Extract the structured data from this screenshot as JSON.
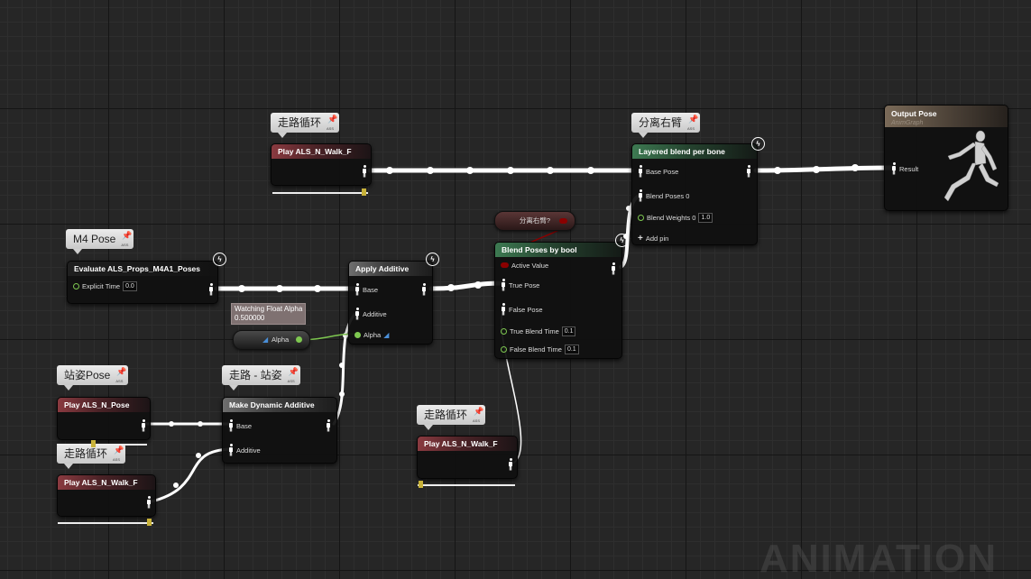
{
  "comments": {
    "walk_top": "走路循环",
    "split_arm": "分离右臂",
    "m4_pose": "M4 Pose",
    "stand_pose": "站姿Pose",
    "walk_stand": "走路 - 站姿",
    "walk_left": "走路循环",
    "walk_mid": "走路循环"
  },
  "nodes": {
    "play_walk_top": {
      "title": "Play ALS_N_Walk_F"
    },
    "layered_blend": {
      "title": "Layered blend per bone",
      "base_pose": "Base Pose",
      "blend_poses_0": "Blend Poses 0",
      "blend_weights_0": "Blend Weights 0",
      "blend_weights_0_value": "1.0",
      "add_pin": "Add pin"
    },
    "output_pose": {
      "title": "Output Pose",
      "subtitle": "AnimGraph",
      "result": "Result"
    },
    "split_arm_var": {
      "label": "分离右臂?"
    },
    "blend_poses_bool": {
      "title": "Blend Poses by bool",
      "active_value": "Active Value",
      "true_pose": "True Pose",
      "false_pose": "False Pose",
      "true_blend_time": "True Blend Time",
      "true_blend_time_value": "0.1",
      "false_blend_time": "False Blend Time",
      "false_blend_time_value": "0.1"
    },
    "evaluate": {
      "title": "Evaluate ALS_Props_M4A1_Poses",
      "explicit_time": "Explicit Time",
      "explicit_time_value": "0.0"
    },
    "apply_additive": {
      "title": "Apply Additive",
      "base": "Base",
      "additive": "Additive",
      "alpha": "Alpha"
    },
    "watch": {
      "line1": "Watching Float Alpha",
      "line2": "0.500000"
    },
    "alpha_var": {
      "label": "Alpha"
    },
    "play_n_pose": {
      "title": "Play ALS_N_Pose"
    },
    "make_dynamic": {
      "title": "Make Dynamic Additive",
      "base": "Base",
      "additive": "Additive"
    },
    "play_walk_left": {
      "title": "Play ALS_N_Walk_F"
    },
    "play_walk_mid": {
      "title": "Play ALS_N_Walk_F"
    }
  },
  "sliders": {
    "play_walk_top": 0.95,
    "play_n_pose": 0.4,
    "play_walk_left": 0.95,
    "play_walk_mid": 0.03
  },
  "watermark": "ANIMATION",
  "colors": {
    "exec_pose_wire": "#ffffff",
    "float_wire": "#7ec850",
    "bool_pin": "#8b0000",
    "slider_thumb": "#c8b23a"
  },
  "icons": {
    "pose_pin": "mannequin-icon",
    "fast_path": "lightning-icon",
    "comment_pin": "pushpin-icon",
    "output_preview": "mannequin-running-preview"
  }
}
